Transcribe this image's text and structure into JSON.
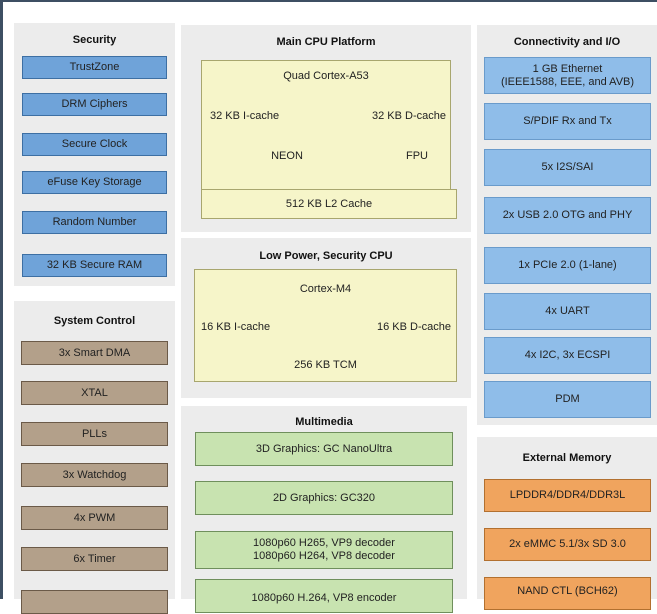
{
  "security": {
    "title": "Security",
    "items": [
      "TrustZone",
      "DRM Ciphers",
      "Secure Clock",
      "eFuse Key Storage",
      "Random Number",
      "32 KB Secure RAM"
    ]
  },
  "system_control": {
    "title": "System Control",
    "items": [
      "3x Smart DMA",
      "XTAL",
      "PLLs",
      "3x Watchdog",
      "4x PWM",
      "6x Timer",
      ""
    ]
  },
  "main_cpu": {
    "title": "Main CPU Platform",
    "core": "Quad Cortex-A53",
    "icache": "32 KB I-cache",
    "dcache": "32 KB D-cache",
    "neon": "NEON",
    "fpu": "FPU",
    "l2": "512 KB L2 Cache"
  },
  "low_power_cpu": {
    "title": "Low Power, Security CPU",
    "core": "Cortex-M4",
    "icache": "16 KB I-cache",
    "dcache": "16 KB D-cache",
    "tcm": "256 KB TCM"
  },
  "multimedia": {
    "title": "Multimedia",
    "items": [
      [
        "3D Graphics: GC NanoUltra"
      ],
      [
        "2D Graphics: GC320"
      ],
      [
        "1080p60 H265, VP9 decoder",
        "1080p60 H264, VP8 decoder"
      ],
      [
        "1080p60 H.264, VP8 encoder"
      ]
    ]
  },
  "connectivity": {
    "title": "Connectivity and I/O",
    "items": [
      [
        "1 GB Ethernet",
        "(IEEE1588, EEE, and AVB)"
      ],
      [
        "S/PDIF Rx and Tx"
      ],
      [
        "5x I2S/SAI"
      ],
      [
        "2x USB 2.0 OTG and PHY"
      ],
      [
        "1x PCIe 2.0 (1-lane)"
      ],
      [
        "4x UART"
      ],
      [
        "4x I2C, 3x ECSPI"
      ],
      [
        "PDM"
      ]
    ]
  },
  "external_memory": {
    "title": "External Memory",
    "items": [
      "LPDDR4/DDR4/DDR3L",
      "2x eMMC 5.1/3x SD 3.0",
      "NAND CTL (BCH62)"
    ]
  },
  "colors": {
    "security_block": "#6fa3d9",
    "connectivity_block": "#8fbde9",
    "system_block": "#b3a08a",
    "multimedia_block": "#c8e3b0",
    "memory_block": "#f0a45e",
    "cpu_block": "#f6f5c9",
    "panel": "#ececec",
    "frame": "#3d4f63"
  }
}
